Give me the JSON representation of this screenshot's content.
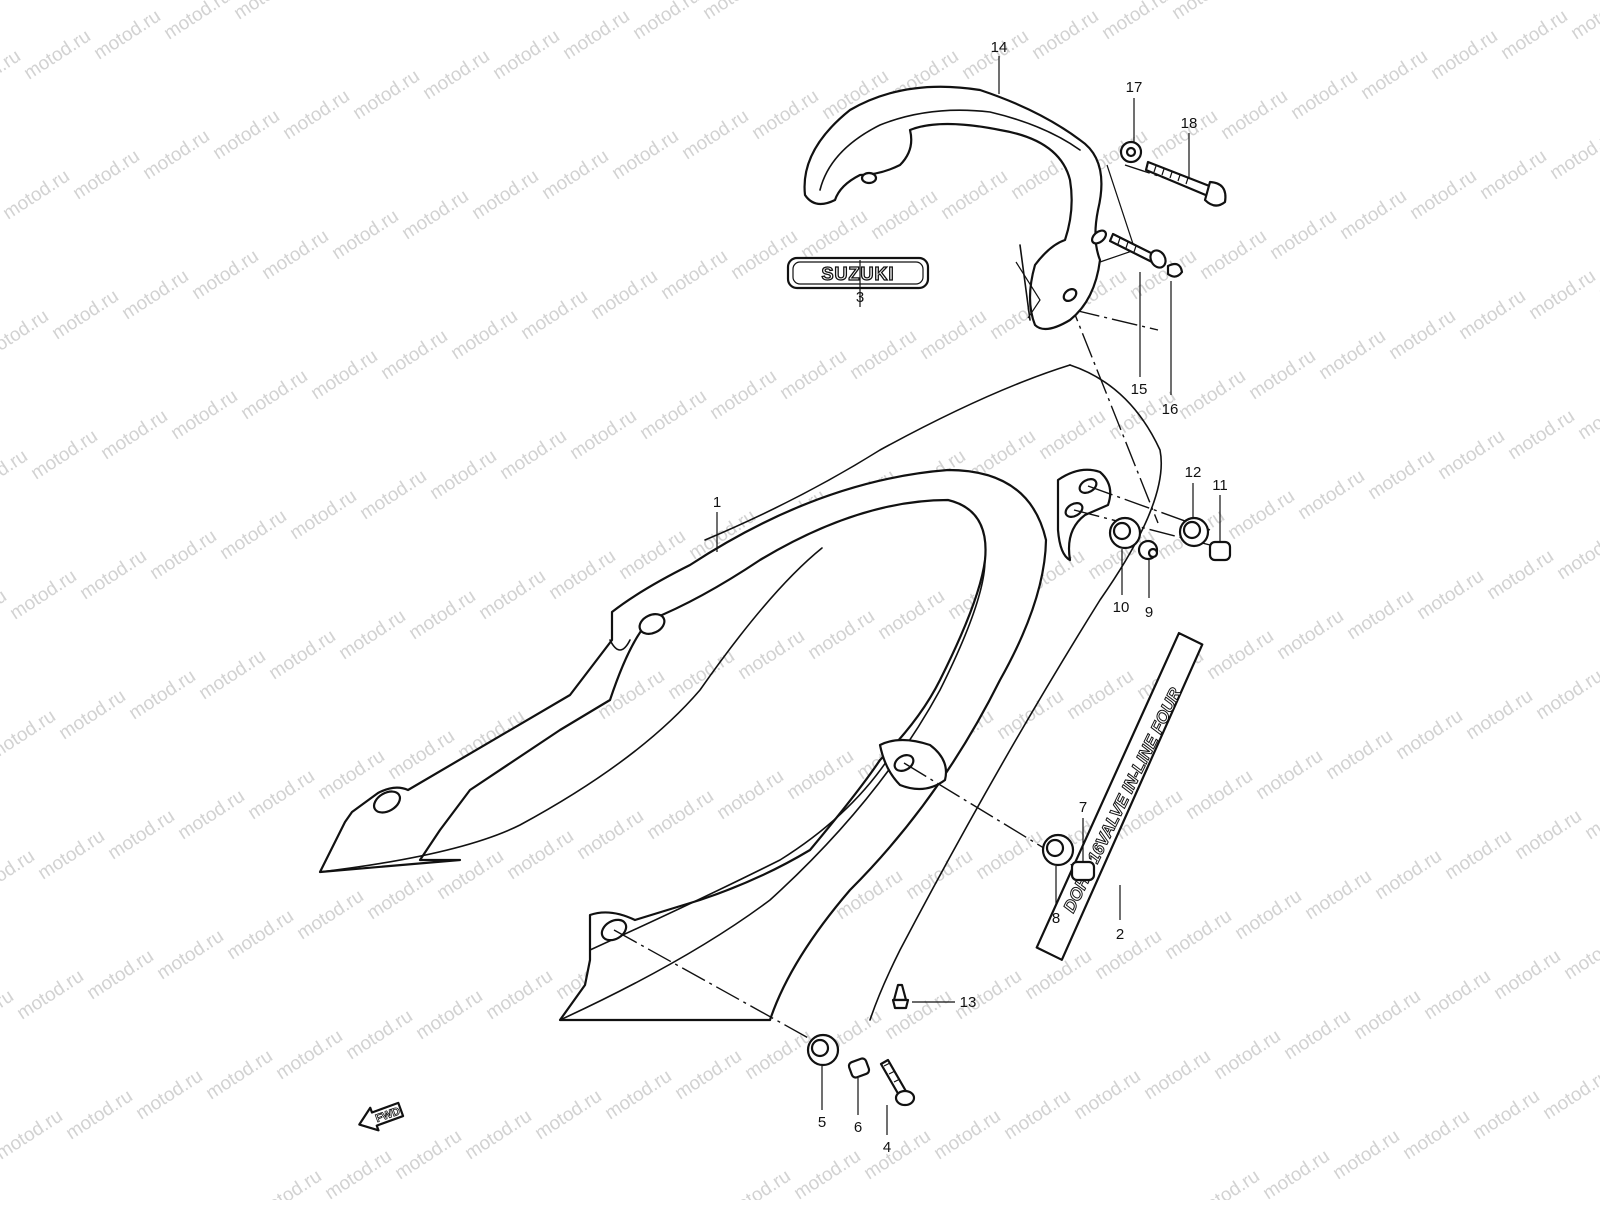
{
  "watermark": {
    "text": "motod.ru"
  },
  "emblem": {
    "text": "SUZUKI"
  },
  "tape": {
    "text": "DOHC 16VALVE IN-LINE FOUR"
  },
  "direction": {
    "text": "FWD"
  },
  "callouts": [
    {
      "id": "1",
      "label": "1"
    },
    {
      "id": "2",
      "label": "2"
    },
    {
      "id": "3",
      "label": "3"
    },
    {
      "id": "4",
      "label": "4"
    },
    {
      "id": "5",
      "label": "5"
    },
    {
      "id": "6",
      "label": "6"
    },
    {
      "id": "7",
      "label": "7"
    },
    {
      "id": "8",
      "label": "8"
    },
    {
      "id": "9",
      "label": "9"
    },
    {
      "id": "10",
      "label": "10"
    },
    {
      "id": "11",
      "label": "11"
    },
    {
      "id": "12",
      "label": "12"
    },
    {
      "id": "13",
      "label": "13"
    },
    {
      "id": "14",
      "label": "14"
    },
    {
      "id": "15",
      "label": "15"
    },
    {
      "id": "16",
      "label": "16"
    },
    {
      "id": "17",
      "label": "17"
    },
    {
      "id": "18",
      "label": "18"
    }
  ]
}
